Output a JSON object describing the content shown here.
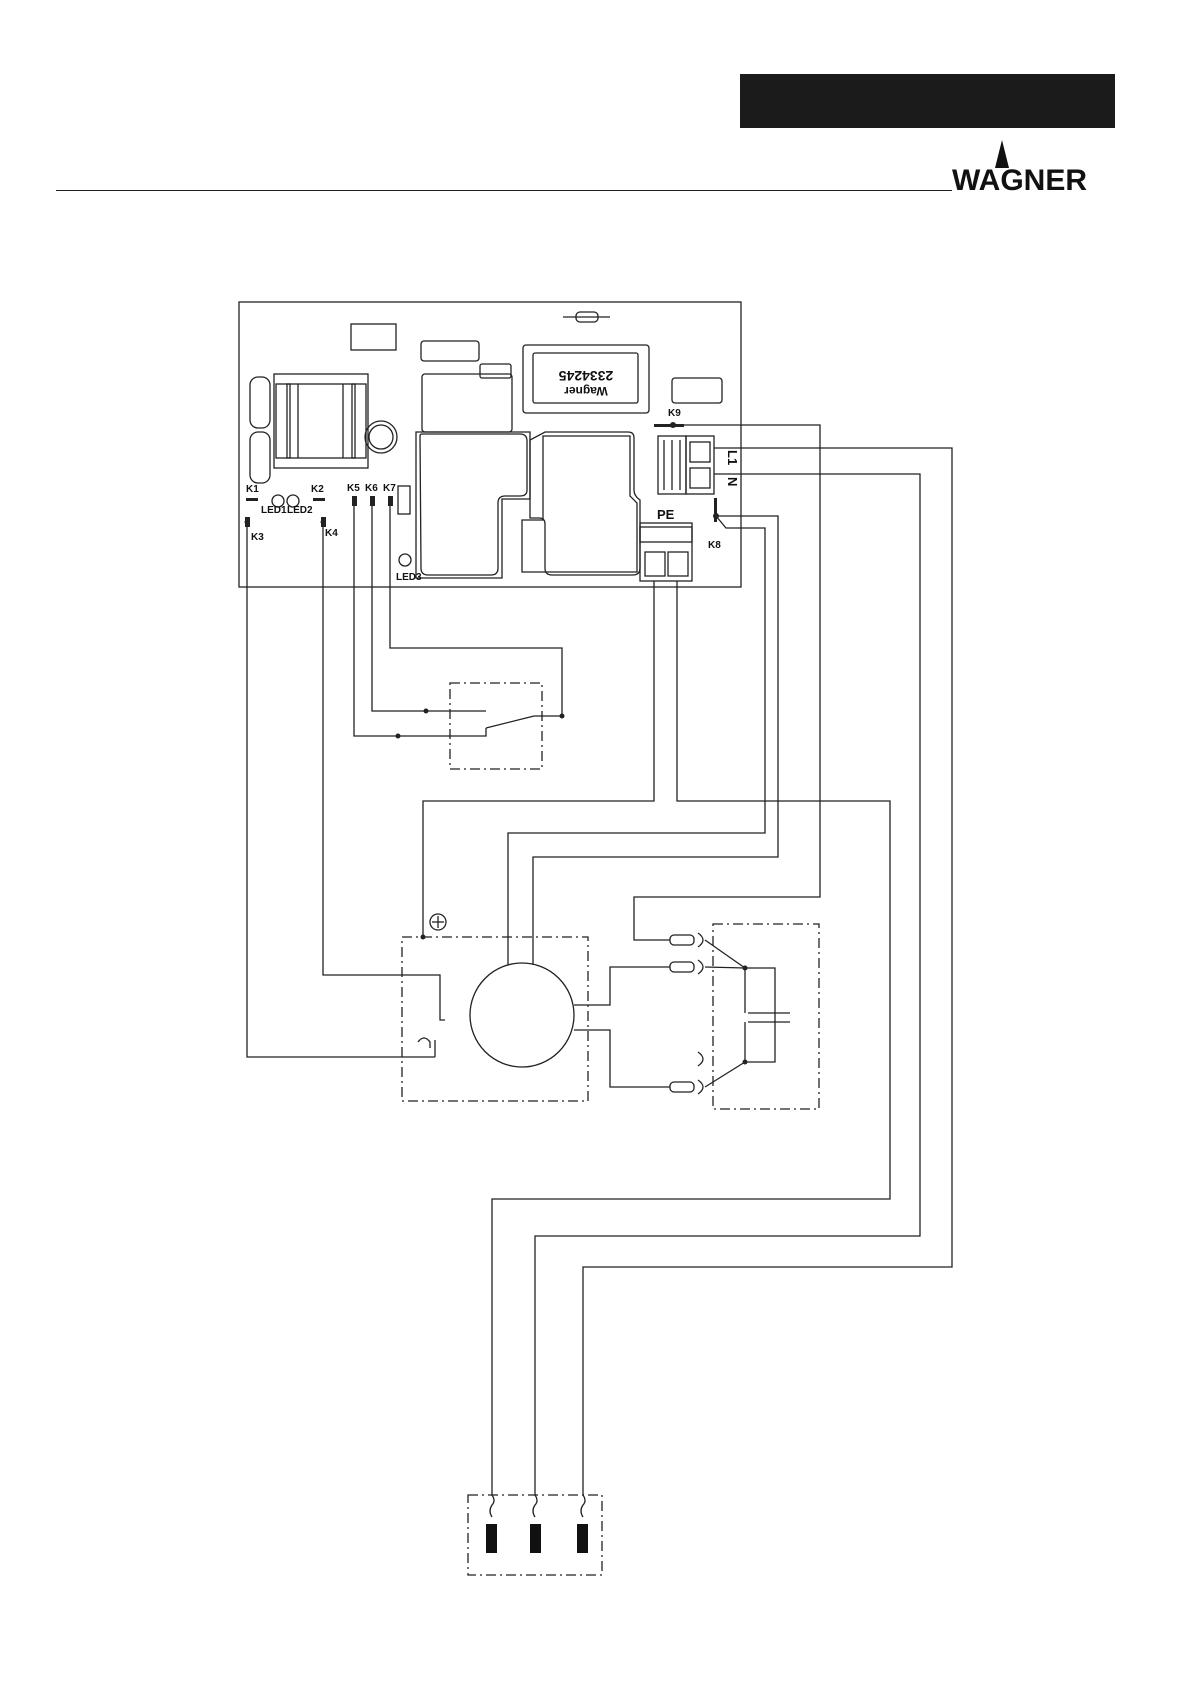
{
  "brand": {
    "logo_text": "WAGNER"
  },
  "board": {
    "part_number": "2334245",
    "maker": "Wagner",
    "labels": {
      "k1": "K1",
      "k2": "K2",
      "k3": "K3",
      "k4": "K4",
      "k5": "K5",
      "k6": "K6",
      "k7": "K7",
      "k8": "K8",
      "k9": "K9",
      "led1": "LED1",
      "led2": "LED2",
      "led3": "LED3",
      "pe": "PE",
      "l1": "L1",
      "n": "N"
    }
  }
}
